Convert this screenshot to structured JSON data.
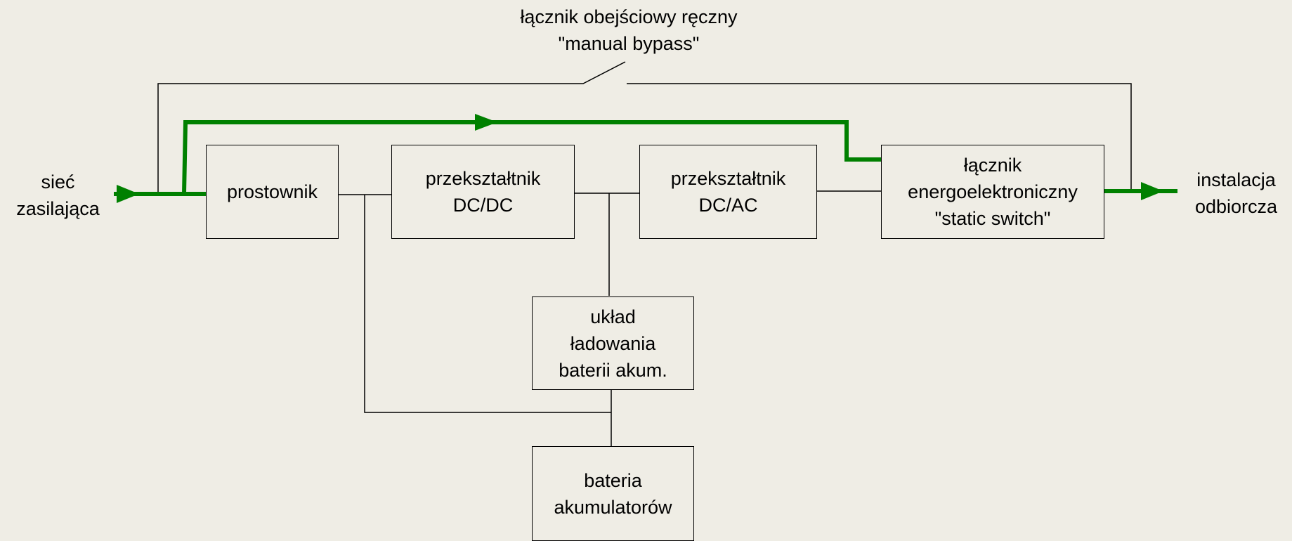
{
  "bypass_label": "łącznik obejściowy ręczny\n\"manual bypass\"",
  "input_label": "sieć\nzasilająca",
  "output_label": "instalacja\nodbiorcza",
  "blocks": {
    "rectifier": "prostownik",
    "dcdc": "przekształtnik\nDC/DC",
    "dcac": "przekształtnik\nDC/AC",
    "static_switch": "łącznik\nenergoelektroniczny\n\"static switch\"",
    "charger": "układ\nładowania\nbaterii akum.",
    "battery": "bateria\nakumulatorów"
  },
  "colors": {
    "background": "#efede5",
    "power_path": "#008000",
    "wire": "#000000"
  }
}
